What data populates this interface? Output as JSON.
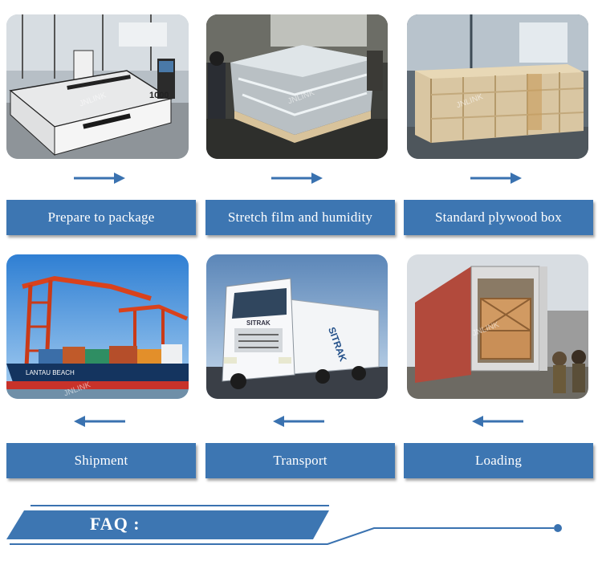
{
  "steps": [
    {
      "label": "Prepare to package"
    },
    {
      "label": "Stretch film and humidity"
    },
    {
      "label": "Standard plywood box"
    },
    {
      "label": "Shipment"
    },
    {
      "label": "Transport"
    },
    {
      "label": "Loading"
    }
  ],
  "photos": {
    "machine_plate": "1000",
    "ship_name": "LANTAU BEACH",
    "truck_brand": "SITRAK",
    "watermark": "JNLINK"
  },
  "faq": {
    "title": "FAQ :"
  },
  "colors": {
    "accent": "#3d76b2",
    "arrow": "#3a72b0"
  },
  "icons": {
    "arrow_right": "arrow-right-icon",
    "arrow_left": "arrow-left-icon"
  }
}
